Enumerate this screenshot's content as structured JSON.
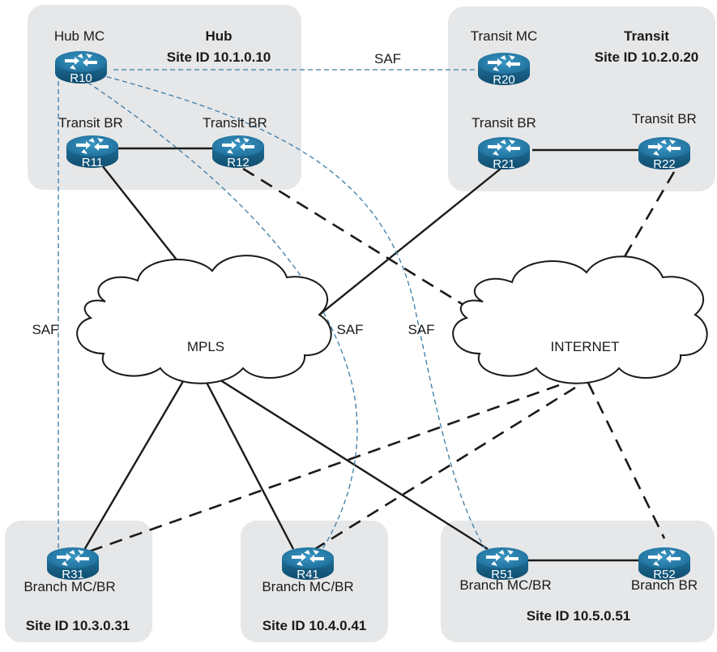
{
  "sites": {
    "hub": {
      "name": "Hub",
      "site_id": "Site ID 10.1.0.10"
    },
    "transit": {
      "name": "Transit",
      "site_id": "Site ID 10.2.0.20"
    },
    "branch3": {
      "site_id": "Site ID 10.3.0.31"
    },
    "branch4": {
      "site_id": "Site ID 10.4.0.41"
    },
    "branch5": {
      "site_id": "Site ID 10.5.0.51"
    }
  },
  "routers": {
    "R10": {
      "id": "R10",
      "role": "Hub MC"
    },
    "R11": {
      "id": "R11",
      "role": "Transit BR"
    },
    "R12": {
      "id": "R12",
      "role": "Transit BR"
    },
    "R20": {
      "id": "R20",
      "role": "Transit MC"
    },
    "R21": {
      "id": "R21",
      "role": "Transit BR"
    },
    "R22": {
      "id": "R22",
      "role": "Transit BR"
    },
    "R31": {
      "id": "R31",
      "role": "Branch MC/BR"
    },
    "R41": {
      "id": "R41",
      "role": "Branch MC/BR"
    },
    "R51": {
      "id": "R51",
      "role": "Branch MC/BR"
    },
    "R52": {
      "id": "R52",
      "role": "Branch BR"
    }
  },
  "clouds": {
    "mpls": "MPLS",
    "internet": "INTERNET"
  },
  "saf_labels": {
    "top": "SAF",
    "left": "SAF",
    "mid1": "SAF",
    "mid2": "SAF"
  },
  "colors": {
    "router_fill": "#1f6e98",
    "router_top": "#2b86b6",
    "saf_line": "#3b7ba7",
    "site_box": "#e6e7e8"
  }
}
